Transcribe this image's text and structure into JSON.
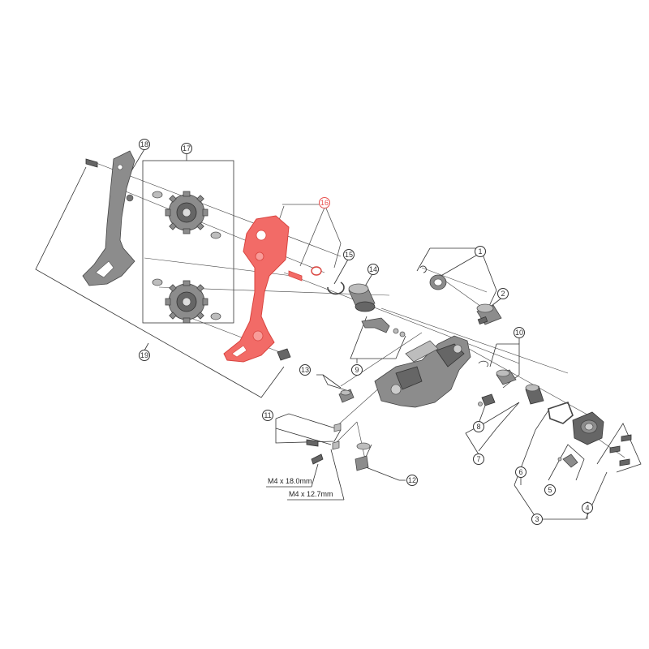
{
  "diagram": {
    "callouts": {
      "c1": "1",
      "c2": "2",
      "c3": "3",
      "c4": "4",
      "c5": "5",
      "c6": "6",
      "c7": "7",
      "c8": "8",
      "c9": "9",
      "c10": "10",
      "c11": "11",
      "c12": "12",
      "c13": "13",
      "c14": "14",
      "c15": "15",
      "c16": "16",
      "c17": "17",
      "c18": "18",
      "c19": "19"
    },
    "highlighted_part": "16",
    "bolt_labels": {
      "long": "M4 x 18.0mm",
      "short": "M4 x 12.7mm"
    },
    "colors": {
      "highlight": "#e8514f",
      "part_gray": "#8c8c8c",
      "line": "#333333"
    }
  }
}
